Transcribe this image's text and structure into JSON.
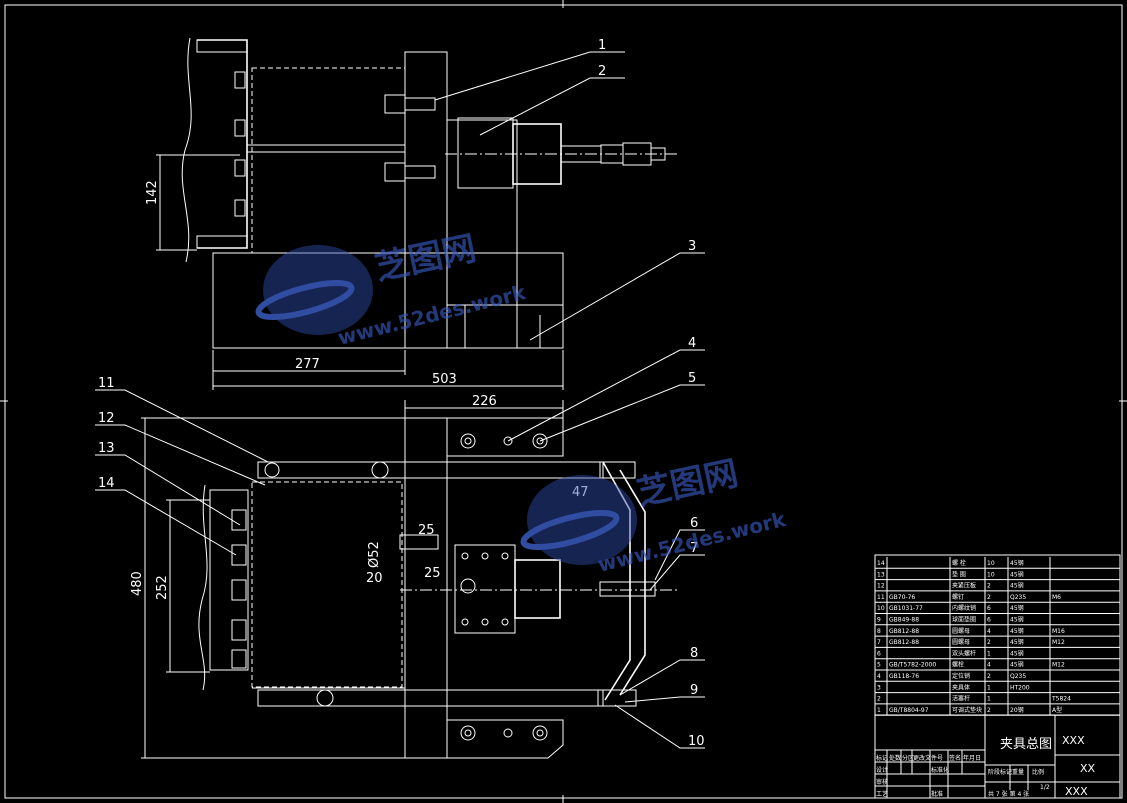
{
  "drawing": {
    "background": "#000000",
    "line_color": "#ffffff",
    "watermark_color": "#3a5bbf",
    "dimensions": {
      "d142": "142",
      "d277": "277",
      "d503": "503",
      "d226": "226",
      "d480": "480",
      "d252": "252",
      "d47": "47",
      "d25a": "25",
      "d25b": "25",
      "d20": "20",
      "d52": "Ø52"
    },
    "balloons": [
      "1",
      "2",
      "3",
      "4",
      "5",
      "6",
      "7",
      "8",
      "9",
      "10",
      "11",
      "12",
      "13",
      "14"
    ],
    "watermark": {
      "brand": "芝图网",
      "url": "www.52des.work"
    }
  },
  "title_block": {
    "title": "夹具总图",
    "code_top": "XXX",
    "code_mid": "XX",
    "code_bottom": "XXX",
    "scale_label": "比例",
    "scale_value": "1/2",
    "weight_label": "重量",
    "stage_label": "阶段标记",
    "sheet_text": "共 7 张  第 4 张",
    "revision_labels": [
      "标记",
      "处数",
      "分区",
      "更改文件号",
      "签名",
      "年月日"
    ],
    "role_labels": [
      "设计",
      "标准化",
      "审核",
      "工艺",
      "批准"
    ],
    "bom_rows": [
      {
        "no": "14",
        "code": "",
        "name": "螺 栓",
        "qty": "10",
        "material": "45钢",
        "note": ""
      },
      {
        "no": "13",
        "code": "",
        "name": "垫 圈",
        "qty": "10",
        "material": "45钢",
        "note": ""
      },
      {
        "no": "12",
        "code": "",
        "name": "夹紧压板",
        "qty": "2",
        "material": "45钢",
        "note": ""
      },
      {
        "no": "11",
        "code": "GB70-76",
        "name": "螺钉",
        "qty": "2",
        "material": "Q235",
        "note": "M6"
      },
      {
        "no": "10",
        "code": "GB1031-77",
        "name": "内螺纹销",
        "qty": "6",
        "material": "45钢",
        "note": ""
      },
      {
        "no": "9",
        "code": "GB849-88",
        "name": "球面垫圈",
        "qty": "6",
        "material": "45钢",
        "note": ""
      },
      {
        "no": "8",
        "code": "GB812-88",
        "name": "圆螺母",
        "qty": "4",
        "material": "45钢",
        "note": "M16"
      },
      {
        "no": "7",
        "code": "GB812-88",
        "name": "圆螺母",
        "qty": "2",
        "material": "45钢",
        "note": "M12"
      },
      {
        "no": "6",
        "code": "",
        "name": "双头螺杆",
        "qty": "1",
        "material": "45钢",
        "note": ""
      },
      {
        "no": "5",
        "code": "GB/T5782-2000",
        "name": "螺栓",
        "qty": "4",
        "material": "45钢",
        "note": "M12"
      },
      {
        "no": "4",
        "code": "GB118-76",
        "name": "定位销",
        "qty": "2",
        "material": "Q235",
        "note": ""
      },
      {
        "no": "3",
        "code": "",
        "name": "夹具体",
        "qty": "1",
        "material": "HT200",
        "note": ""
      },
      {
        "no": "2",
        "code": "",
        "name": "活塞杆",
        "qty": "1",
        "material": "",
        "note": "T5824"
      },
      {
        "no": "1",
        "code": "GB/T8804-97",
        "name": "可调式垫块",
        "qty": "2",
        "material": "20钢",
        "note": "A型"
      }
    ]
  }
}
